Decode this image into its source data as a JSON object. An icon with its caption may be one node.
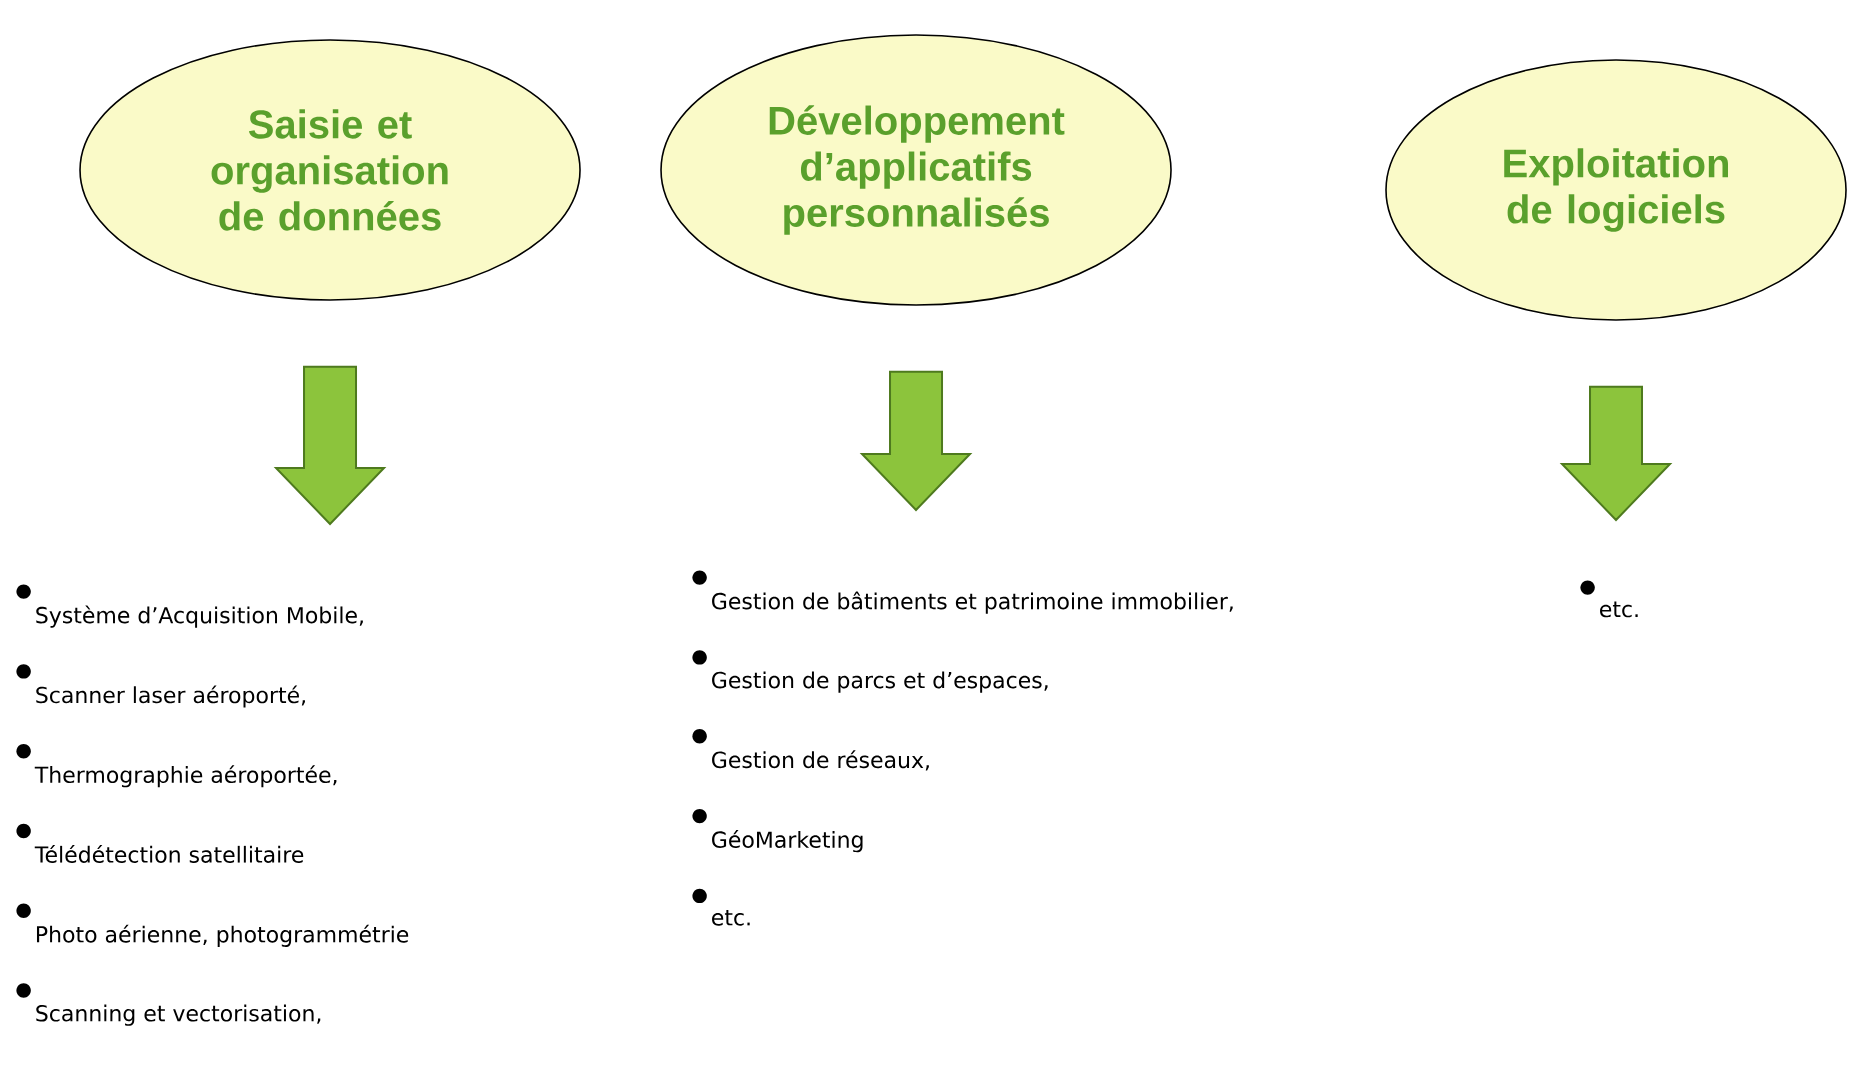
{
  "diagram": {
    "nodes": [
      {
        "text": [
          "Saisie et organisation de données"
        ]
      },
      {
        "text": [
          "Développement d’applicatifs personnalisés"
        ]
      },
      {
        "text": [
          "Exploitation de logiciels"
        ]
      },
      {
        "text": [
          "Système d’Acquisition Mobile,",
          "Scanner laser aéroporté,",
          "Thermographie aéroportée,",
          "Télédétection satellitaire",
          "Photo aérienne, photogrammétrie",
          "Scanning et vectorisation,"
        ]
      },
      {
        "text": [
          "Gestion de bâtiments et patrimoine immobilier,",
          "Gestion de parcs et d’espaces,",
          "Gestion de réseaux,",
          "GéoMarketing",
          "etc."
        ]
      },
      {
        "text": [
          "etc."
        ]
      }
    ],
    "edges": [
      {
        "from": 0,
        "to": 3,
        "arrow": "to"
      },
      {
        "from": 1,
        "to": 4,
        "arrow": "to"
      },
      {
        "from": 2,
        "to": 5,
        "arrow": "to"
      }
    ]
  }
}
